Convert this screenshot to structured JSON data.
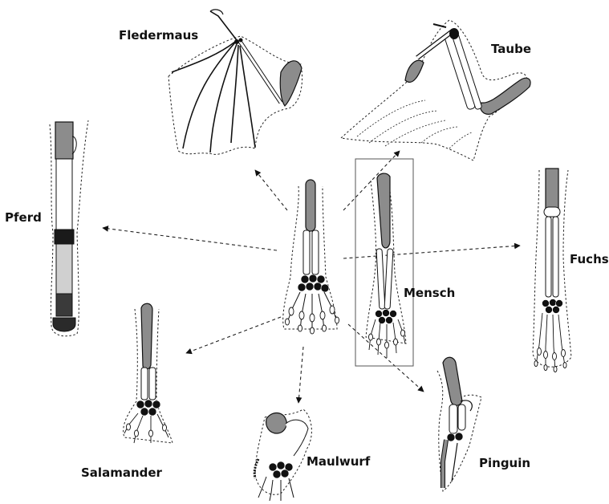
{
  "labels": {
    "fledermaus": "Fledermaus",
    "taube": "Taube",
    "pferd": "Pferd",
    "fuchs": "Fuchs",
    "mensch": "Mensch",
    "salamander": "Salamander",
    "maulwurf": "Maulwurf",
    "pinguin": "Pinguin"
  },
  "colors": {
    "humerus": "#8c8c8c",
    "radius_ulna": "#ffffff",
    "carpals": "#151515",
    "horse_metacarpal": "#d0d0d0",
    "outline": "#222222"
  }
}
